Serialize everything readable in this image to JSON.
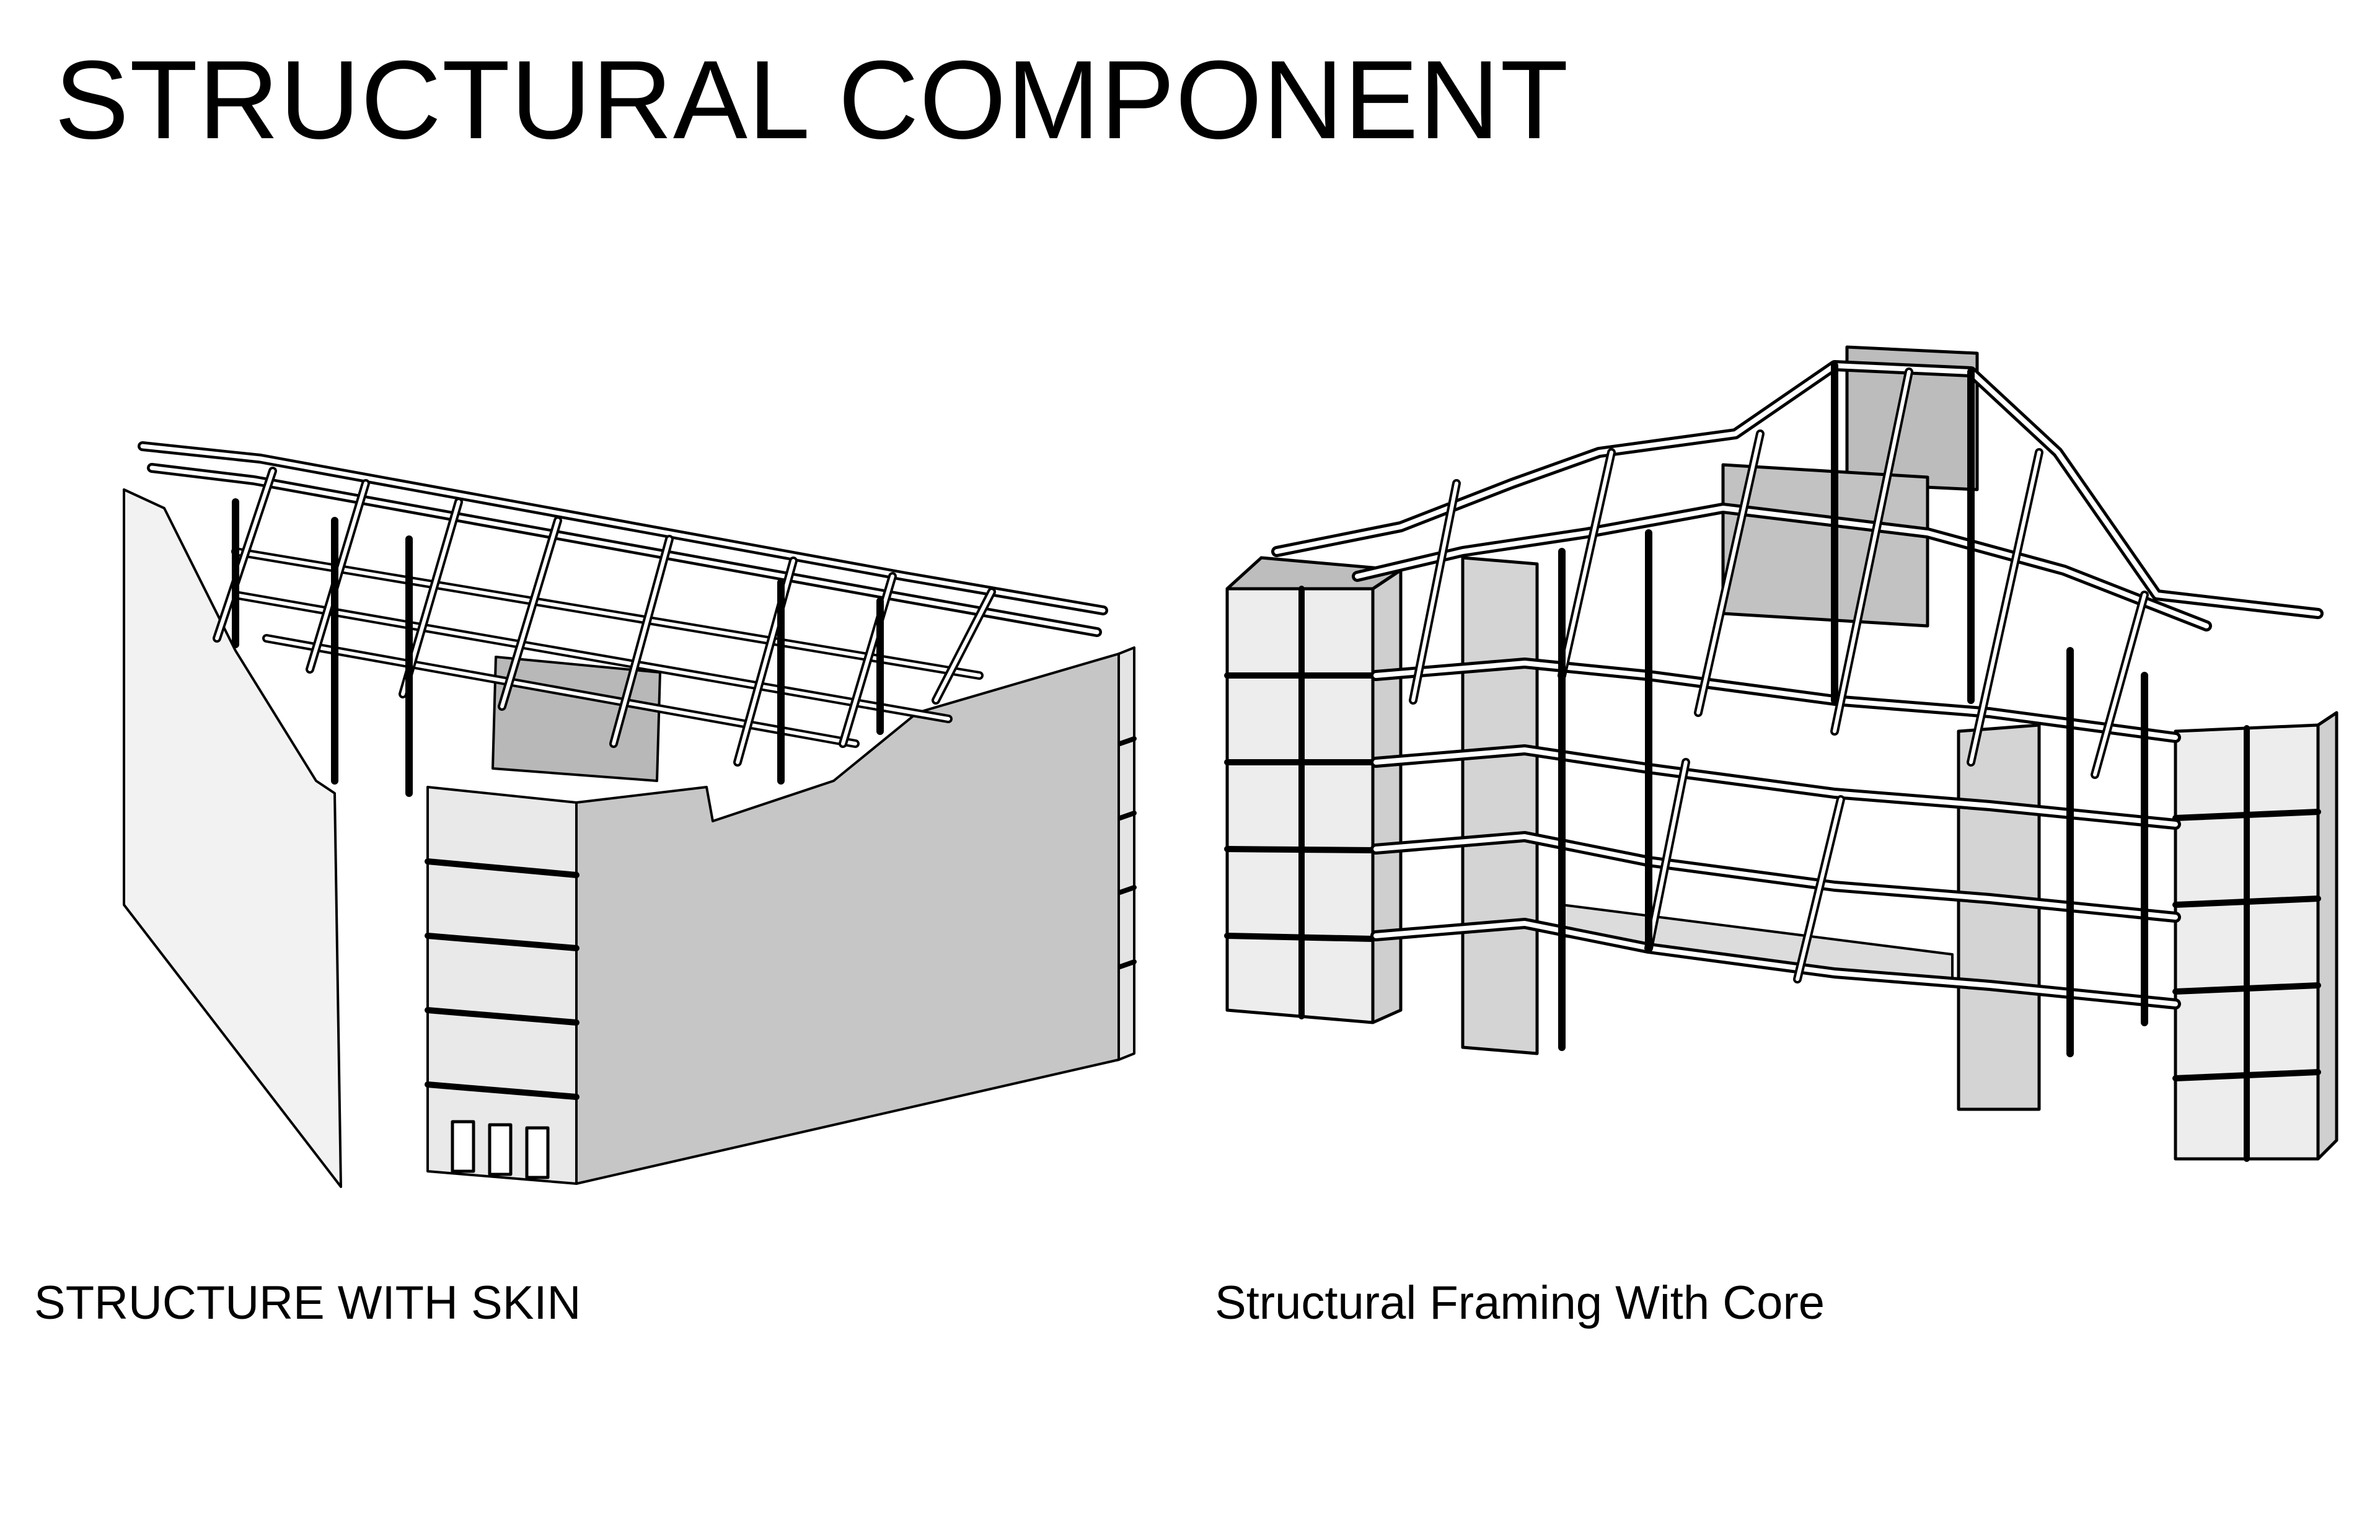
{
  "title": "STRUCTURAL COMPONENT",
  "figures": [
    {
      "caption": "STRUCTURE WITH SKIN"
    },
    {
      "caption": "Structural Framing With Core"
    }
  ],
  "colors": {
    "background": "#ffffff",
    "ink": "#000000",
    "skin_light": "#efefef",
    "skin_mid": "#d6d6d6",
    "skin_dark": "#c2c2c2",
    "core_panel": "#bdbdbd",
    "core_dark": "#8e8e8e"
  }
}
